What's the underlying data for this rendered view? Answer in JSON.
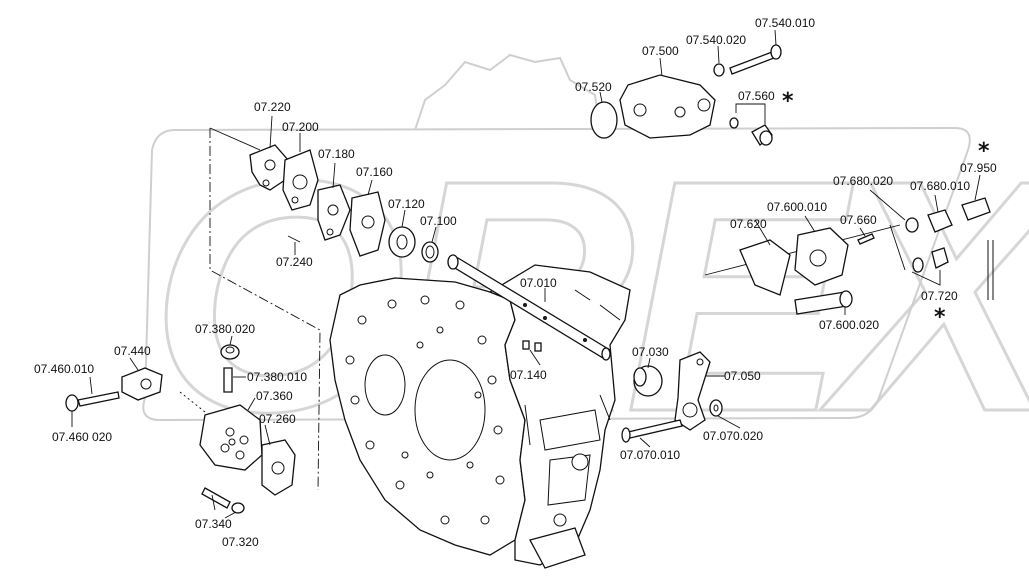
{
  "diagram": {
    "watermark": "OREX",
    "labels": {
      "p07_010": "07.010",
      "p07_030": "07.030",
      "p07_050": "07.050",
      "p07_070_010": "07.070.010",
      "p07_070_020": "07.070.020",
      "p07_100": "07.100",
      "p07_120": "07.120",
      "p07_140": "07.140",
      "p07_160": "07.160",
      "p07_180": "07.180",
      "p07_200": "07.200",
      "p07_220": "07.220",
      "p07_240": "07.240",
      "p07_260": "07.260",
      "p07_320": "07.320",
      "p07_340": "07.340",
      "p07_360": "07.360",
      "p07_380_010": "07.380.010",
      "p07_380_020": "07.380.020",
      "p07_440": "07.440",
      "p07_460_010": "07.460.010",
      "p07_460_020": "07.460 020",
      "p07_500": "07.500",
      "p07_520": "07.520",
      "p07_540_010": "07.540.010",
      "p07_540_020": "07.540.020",
      "p07_560": "07.560",
      "p07_600_010": "07.600.010",
      "p07_600_020": "07.600.020",
      "p07_620": "07.620",
      "p07_660": "07.660",
      "p07_680_010": "07.680.010",
      "p07_680_020": "07.680.020",
      "p07_720": "07.720",
      "p07_950": "07.950"
    },
    "asterisk": "*"
  }
}
